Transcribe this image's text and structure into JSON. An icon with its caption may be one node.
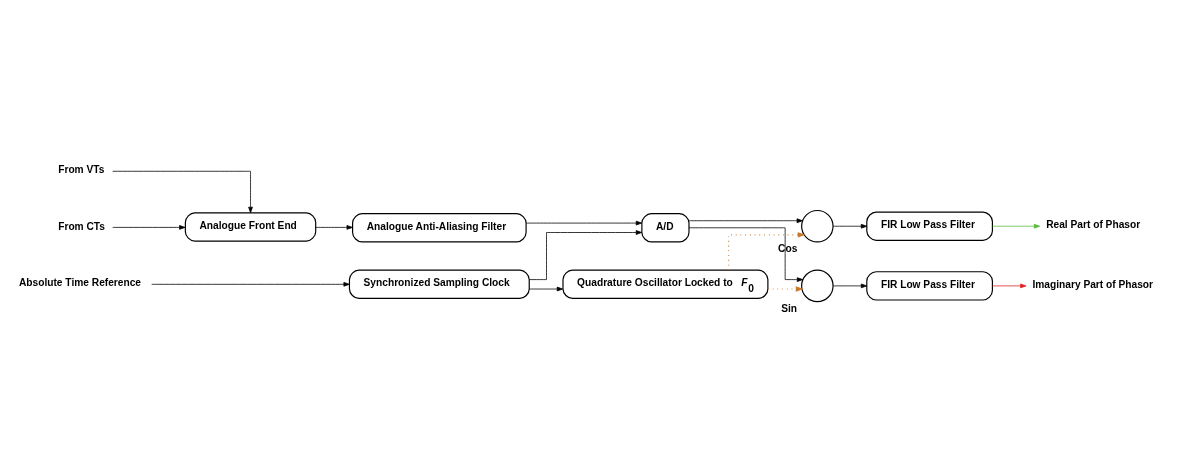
{
  "diagram": {
    "nodes": [
      {
        "text": [
          "From CTs"
        ]
      },
      {
        "text": [
          "From VTs"
        ]
      },
      {
        "text": [
          "Analogue Front End"
        ]
      },
      {
        "text": [
          "Analogue Anti-Aliasing Filter"
        ]
      },
      {
        "text": [
          "A/D"
        ]
      },
      {
        "text": [],
        "shape": "circle",
        "beside": [
          "Cos"
        ]
      },
      {
        "text": [
          "FIR Low Pass Filter"
        ]
      },
      {
        "text": [
          "Real Part of Phasor"
        ]
      },
      {
        "text": [],
        "shape": "circle",
        "beside": [
          "Sin"
        ]
      },
      {
        "text": [
          "FIR Low Pass Filter"
        ]
      },
      {
        "text": [
          "Imaginary Part of Phasor"
        ]
      },
      {
        "text": [
          "Absolute Time Reference"
        ]
      },
      {
        "text": [
          "Synchronized Sampling Clock"
        ]
      },
      {
        "text": [
          "Quadrature Oscillator Locked to *F*$_{0}$"
        ]
      }
    ],
    "edges": [
      {
        "from": 0,
        "to": 2,
        "arrow": "to"
      },
      {
        "from": 1,
        "to": 2,
        "arrow": "to"
      },
      {
        "from": 2,
        "to": 3,
        "arrow": "to"
      },
      {
        "from": 3,
        "to": 4,
        "arrow": "to"
      },
      {
        "from": 4,
        "to": 5,
        "arrow": "to"
      },
      {
        "from": 4,
        "to": 8,
        "arrow": "to"
      },
      {
        "from": 5,
        "to": 6,
        "arrow": "to"
      },
      {
        "from": 6,
        "to": 7,
        "arrow": "to",
        "color": "#5cb83c"
      },
      {
        "from": 8,
        "to": 9,
        "arrow": "to"
      },
      {
        "from": 9,
        "to": 10,
        "arrow": "to",
        "color": "#e02020"
      },
      {
        "from": 11,
        "to": 12,
        "arrow": "to"
      },
      {
        "from": 12,
        "to": 4,
        "arrow": "to"
      },
      {
        "from": 12,
        "to": 13,
        "arrow": "to"
      },
      {
        "from": 13,
        "to": 5,
        "arrow": "to",
        "style": "dashed",
        "color": "#c8782a"
      },
      {
        "from": 13,
        "to": 8,
        "arrow": "to",
        "style": "dashed",
        "color": "#c8782a"
      }
    ]
  }
}
